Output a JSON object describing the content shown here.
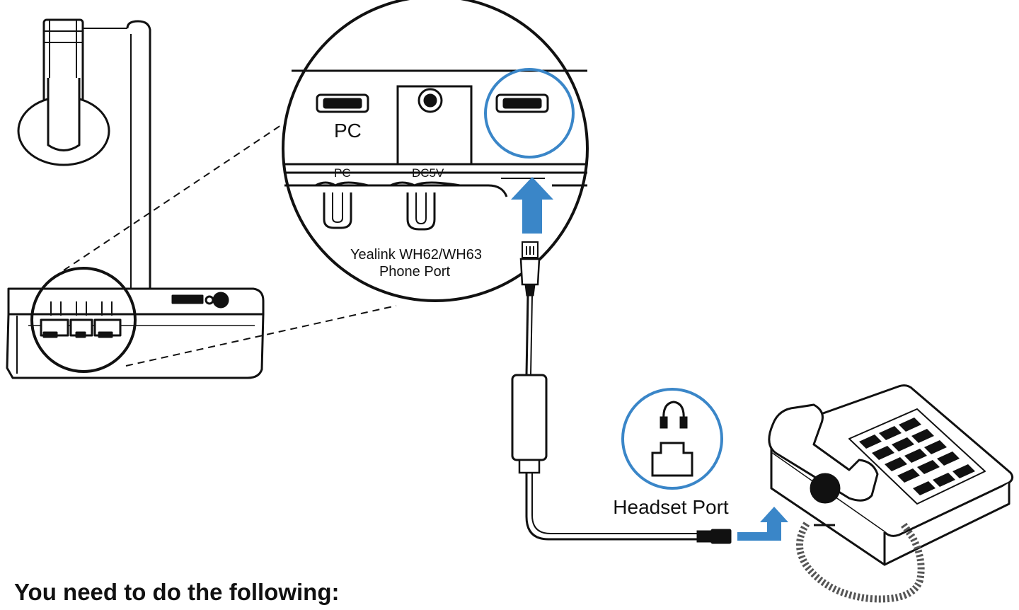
{
  "labels": {
    "pc_large": "PC",
    "pc_small": "PC",
    "dc5v": "DC5V",
    "phone_port_line1": "Yealink WH62/WH63",
    "phone_port_line2": "Phone Port",
    "headset_port": "Headset Port"
  },
  "footer": {
    "text": "You need to do the following:"
  },
  "colors": {
    "accent_blue": "#3a86c8",
    "line": "#111111"
  },
  "icons": {
    "headset_port_symbol": "headset-jack-icon",
    "arrow": "arrow-up-icon"
  }
}
